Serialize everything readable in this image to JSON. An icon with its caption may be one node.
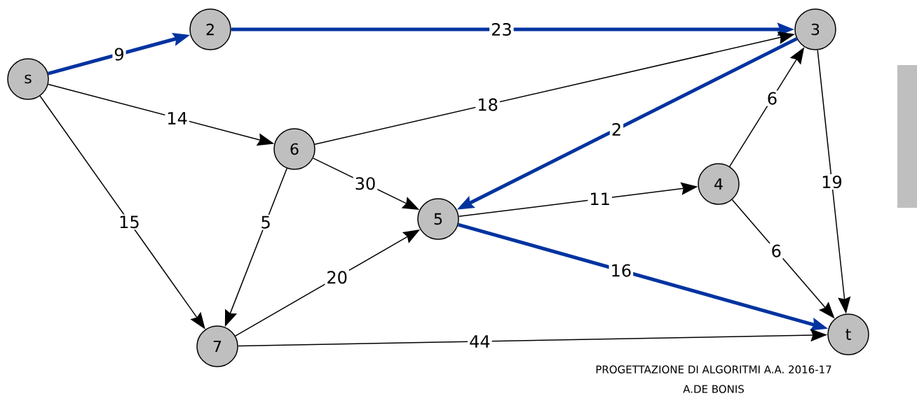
{
  "diagram": {
    "nodes": [
      {
        "text": [
          "s"
        ]
      },
      {
        "text": [
          "2"
        ]
      },
      {
        "text": [
          "3"
        ]
      },
      {
        "text": [
          "6"
        ]
      },
      {
        "text": [
          "4"
        ]
      },
      {
        "text": [
          "5"
        ]
      },
      {
        "text": [
          "7"
        ]
      },
      {
        "text": [
          "t"
        ]
      }
    ],
    "edges": [
      {
        "from": 0,
        "to": 1,
        "arrow": "to",
        "label": "9",
        "style": "thick",
        "color": "#0033a0"
      },
      {
        "from": 1,
        "to": 2,
        "arrow": "to",
        "label": "23",
        "style": "thick",
        "color": "#0033a0"
      },
      {
        "from": 0,
        "to": 3,
        "arrow": "to",
        "label": "14"
      },
      {
        "from": 0,
        "to": 6,
        "arrow": "to",
        "label": "15"
      },
      {
        "from": 3,
        "to": 2,
        "arrow": "to",
        "label": "18"
      },
      {
        "from": 3,
        "to": 5,
        "arrow": "to",
        "label": "30"
      },
      {
        "from": 3,
        "to": 6,
        "arrow": "to",
        "label": "5"
      },
      {
        "from": 6,
        "to": 5,
        "arrow": "to",
        "label": "20"
      },
      {
        "from": 2,
        "to": 5,
        "arrow": "to",
        "label": "2",
        "style": "thick",
        "color": "#0033a0"
      },
      {
        "from": 5,
        "to": 4,
        "arrow": "to",
        "label": "11"
      },
      {
        "from": 4,
        "to": 2,
        "arrow": "to",
        "label": "6"
      },
      {
        "from": 4,
        "to": 7,
        "arrow": "to",
        "label": "6"
      },
      {
        "from": 2,
        "to": 7,
        "arrow": "to",
        "label": "19"
      },
      {
        "from": 5,
        "to": 7,
        "arrow": "to",
        "label": "16",
        "style": "thick",
        "color": "#0033a0"
      },
      {
        "from": 6,
        "to": 7,
        "arrow": "to",
        "label": "44"
      }
    ],
    "labels": [
      "PROGETTAZIONE DI ALGORITMI  A.A. 2016-17",
      "A.DE BONIS"
    ]
  }
}
